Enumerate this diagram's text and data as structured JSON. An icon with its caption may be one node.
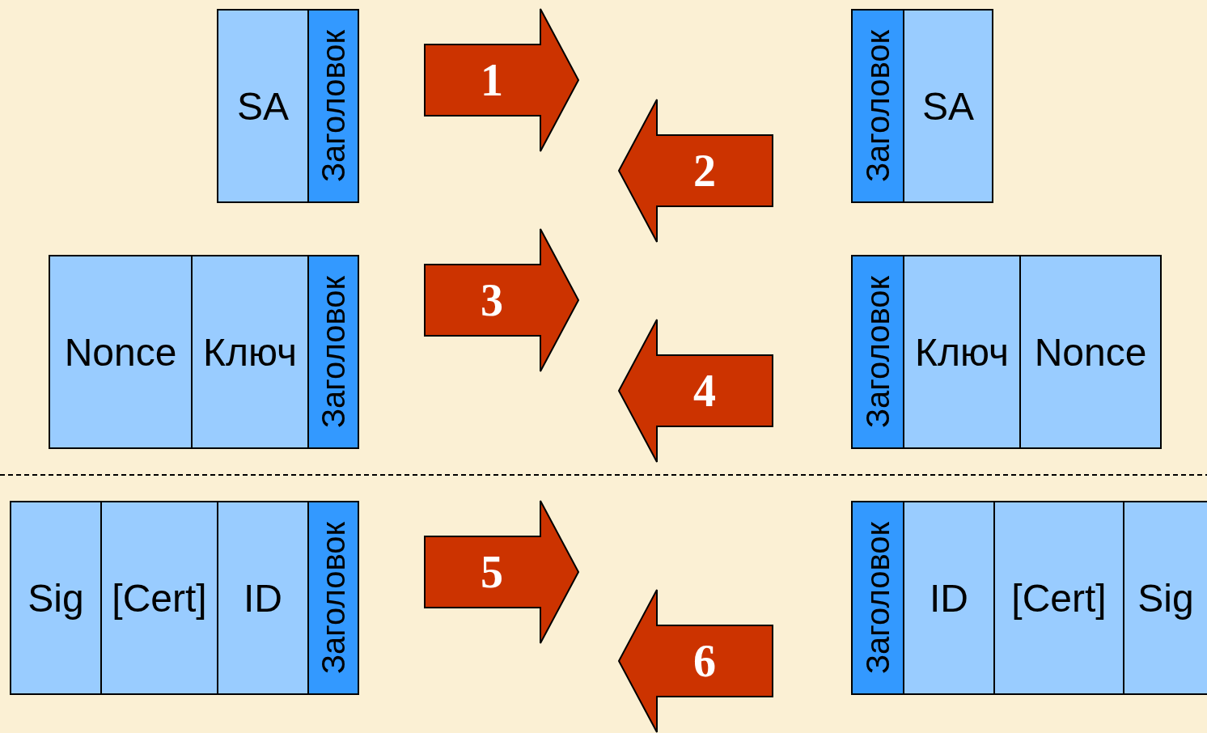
{
  "diagram": {
    "nodes": [
      {
        "text": [
          "SA"
        ]
      },
      {
        "text": [
          "Заголовок"
        ]
      },
      {
        "text": [
          "1"
        ]
      },
      {
        "text": [
          "2"
        ]
      },
      {
        "text": [
          "Заголовок"
        ]
      },
      {
        "text": [
          "SA"
        ]
      },
      {
        "text": [
          "Nonce"
        ]
      },
      {
        "text": [
          "Ключ"
        ]
      },
      {
        "text": [
          "Заголовок"
        ]
      },
      {
        "text": [
          "3"
        ]
      },
      {
        "text": [
          "4"
        ]
      },
      {
        "text": [
          "Заголовок"
        ]
      },
      {
        "text": [
          "Ключ"
        ]
      },
      {
        "text": [
          "Nonce"
        ]
      },
      {
        "text": [
          "Sig"
        ]
      },
      {
        "text": [
          "[Cert]"
        ]
      },
      {
        "text": [
          "ID"
        ]
      },
      {
        "text": [
          "Заголовок"
        ]
      },
      {
        "text": [
          "5"
        ]
      },
      {
        "text": [
          "6"
        ]
      },
      {
        "text": [
          "Заголовок"
        ]
      },
      {
        "text": [
          "ID"
        ]
      },
      {
        "text": [
          "[Cert]"
        ]
      },
      {
        "text": [
          "Sig"
        ]
      }
    ]
  }
}
